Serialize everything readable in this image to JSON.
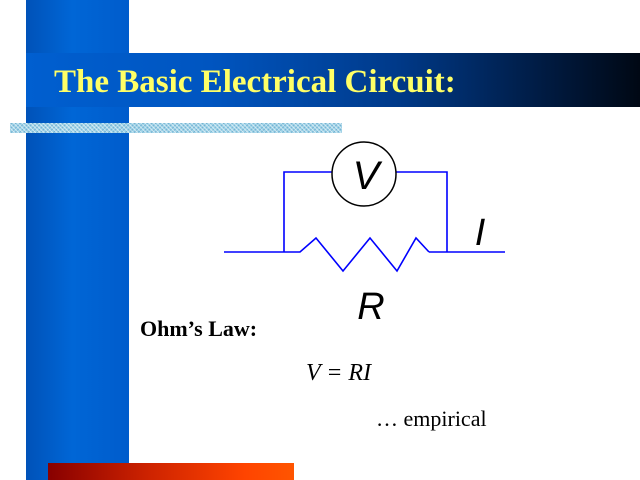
{
  "slide": {
    "title": "The Basic Electrical Circuit:",
    "law_label": "Ohm’s Law:",
    "equation": "V = RI",
    "note": "… empirical"
  },
  "circuit": {
    "voltmeter_label": "V",
    "resistor_label": "R",
    "current_label": "I"
  },
  "colors": {
    "title_text": "#ffff66",
    "wire": "#0000ff",
    "side_bar": "#0066d6",
    "bottom_bar": "#ff4400"
  }
}
